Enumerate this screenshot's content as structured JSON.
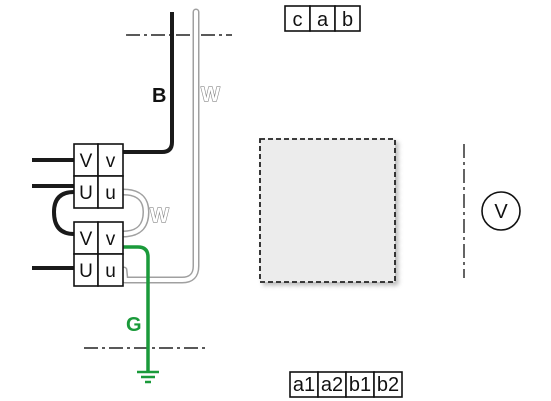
{
  "top_terminal_strip": [
    "c",
    "a",
    "b"
  ],
  "bottom_terminal_strip": [
    "a1",
    "a2",
    "b1",
    "b2"
  ],
  "terminal_block_upper": {
    "top": [
      "V",
      "v"
    ],
    "bottom": [
      "U",
      "u"
    ]
  },
  "terminal_block_lower": {
    "top": [
      "V",
      "v"
    ],
    "bottom": [
      "U",
      "u"
    ]
  },
  "wire_labels": {
    "black": "B",
    "white_vertical": "W",
    "white_loop": "W",
    "green": "G"
  },
  "meter_symbol": "V",
  "colors": {
    "black_wire": "#1a1a1a",
    "white_wire_outline": "#a0a0a0",
    "green_wire": "#1a9a3a",
    "component_fill": "#ececec"
  }
}
